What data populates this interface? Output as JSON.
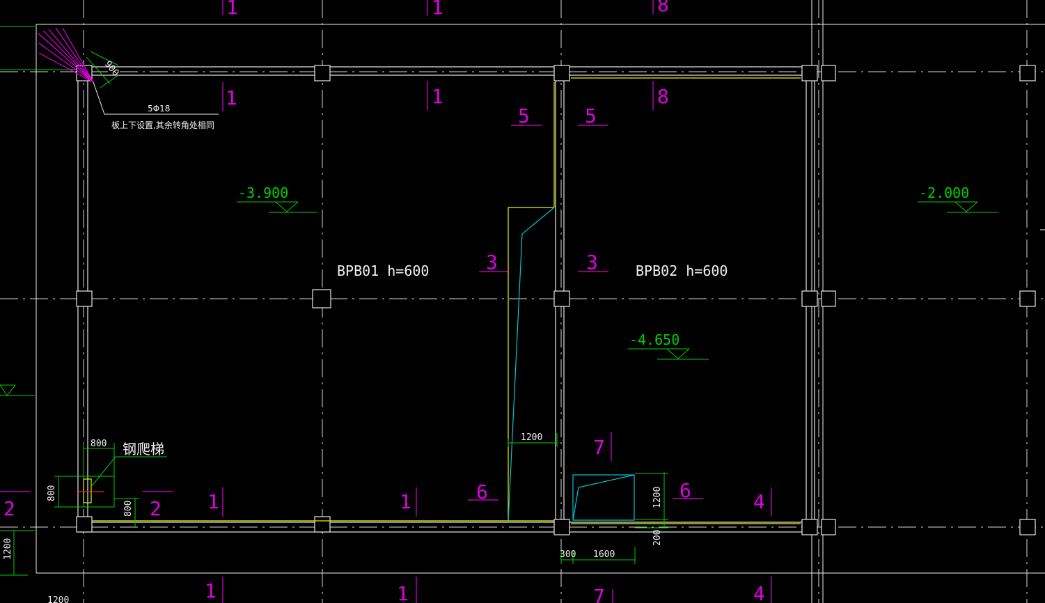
{
  "slabs": {
    "bpb01": "BPB01 h=600",
    "bpb02": "BPB02 h=600"
  },
  "elevations": {
    "left": "-3.900",
    "right_room": "-4.650",
    "outside": "-2.000"
  },
  "rebar_note": {
    "bar": "5Φ18",
    "text": "板上下设置,其余转角处相同",
    "dim": "900"
  },
  "ladder": {
    "label": "钢爬梯",
    "dim_top": "800",
    "dim_left": "800",
    "dim_right": "800"
  },
  "section_marks": {
    "m1": "1",
    "m2": "2",
    "m3": "3",
    "m4": "4",
    "m5": "5",
    "m6": "6",
    "m7": "7",
    "m8": "8"
  },
  "dims": {
    "d1200_mid": "1200",
    "d1200_right": "1200",
    "d200": "200",
    "d300": "300",
    "d1600": "1600",
    "d1200_left": "1200",
    "d1200_bottom": "1200"
  },
  "colors": {
    "background": "#000000",
    "grid": "#d8d8d8",
    "wall": "#e8e8e8",
    "yellow": "#f2f200",
    "cyan": "#00c8d8",
    "green": "#00d000",
    "magenta": "#e000e0",
    "red": "#ff2020"
  }
}
